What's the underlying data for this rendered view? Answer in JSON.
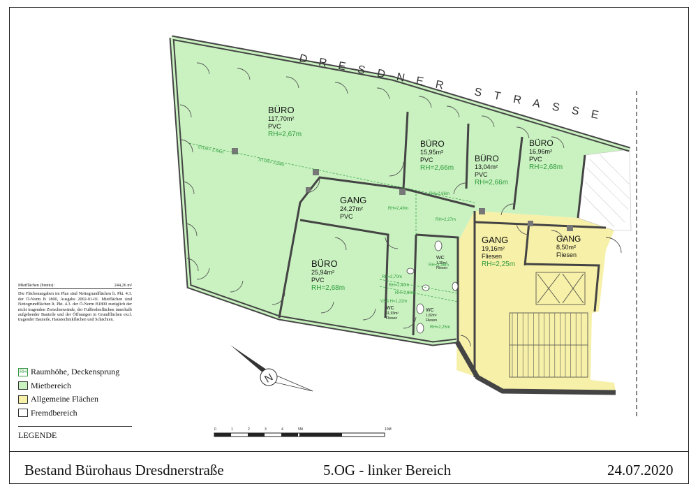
{
  "street": "DRESDNER STRASSE",
  "rooms": [
    {
      "name": "BÜRO",
      "area": "117,70m²",
      "floor": "PVC",
      "rh": "RH=2,67m"
    },
    {
      "name": "BÜRO",
      "area": "15,95m²",
      "floor": "PVC",
      "rh": "RH=2,66m"
    },
    {
      "name": "BÜRO",
      "area": "13,04m²",
      "floor": "PVC",
      "rh": "RH=2,66m"
    },
    {
      "name": "BÜRO",
      "area": "16,96m²",
      "floor": "PVC",
      "rh": "RH=2,68m"
    },
    {
      "name": "GANG",
      "area": "24,27m²",
      "floor": "PVC",
      "rh": ""
    },
    {
      "name": "BÜRO",
      "area": "25,94m²",
      "floor": "PVC",
      "rh": "RH=2,68m"
    },
    {
      "name": "GANG",
      "area": "19,16m²",
      "floor": "Fliesen",
      "rh": "RH=2,25m"
    },
    {
      "name": "GANG",
      "area": "8,50m²",
      "floor": "Fliesen",
      "rh": ""
    },
    {
      "name": "WC",
      "area": "11,93m²",
      "floor": "Fliesen",
      "rh": ""
    },
    {
      "name": "WC",
      "area": "1,82m²",
      "floor": "Fliesen",
      "rh": ""
    },
    {
      "name": "WC",
      "area": "1,35m²",
      "floor": "Fliesen",
      "rh": ""
    }
  ],
  "annotations": [
    "STUK= 2,54m",
    "STUK= 2,54m",
    "RH=2,49m",
    "RH=2,66m",
    "RH=2,27m",
    "RH=2,70m",
    "RH=2,40m",
    "RH=2,60m",
    "VSS H=1,22m",
    "RH=2,25m",
    "RH=2,36m"
  ],
  "scale_bar": {
    "labels": [
      "0",
      "1",
      "2",
      "3",
      "4",
      "5M",
      "10M"
    ]
  },
  "north_label": "N",
  "info": {
    "area_label": "Mietflächen (brutto):",
    "area_value": "244,26 m²",
    "text": "Die Flächenangaben im Plan sind Nettogrundflächen lt. Pkt. 4.3. der Ö-Norm B 1800, Ausgabe 2002-01-01. Mietflächen sind Nettogrundflächen lt. Pkt. 4.3. der Ö-Norm B1800 zuzüglich der nicht tragenden Zwischenwände, der Fußbodenflächen innerhalb aufgehender Bauteile und der Öffnungen in Grundflächen excl. tragender Bauteile, Haustechnikflächen und Schächten."
  },
  "legend": {
    "items": [
      {
        "swatch_text": "RH",
        "label": "Raumhöhe, Deckensprung",
        "color": "#ffffff",
        "border": "#3a9a48"
      },
      {
        "swatch_text": "",
        "label": "Mietbereich",
        "color": "#c9f2c0",
        "border": "#333333"
      },
      {
        "swatch_text": "",
        "label": "Allgemeine Flächen",
        "color": "#f7f0a8",
        "border": "#333333"
      },
      {
        "swatch_text": "",
        "label": "Fremdbereich",
        "color": "#ffffff",
        "border": "#333333"
      }
    ],
    "title": "LEGENDE"
  },
  "title_block": {
    "left": "Bestand Bürohaus Dresdnerstraße",
    "center": "5.OG - linker Bereich",
    "right": "24.07.2020"
  },
  "colors": {
    "rent": "#c9f2c0",
    "common": "#f7f0a8",
    "rh_green": "#2e9a3c"
  }
}
